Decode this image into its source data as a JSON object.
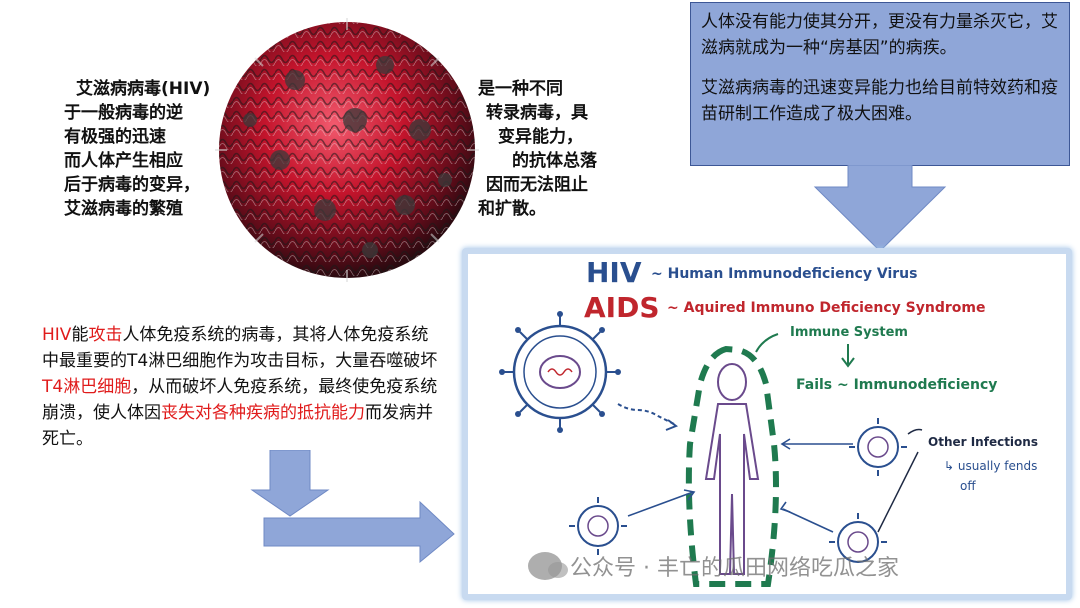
{
  "virus_caption": {
    "left_lines": [
      "艾滋病病毒(HIV)",
      "于一般病毒的逆",
      "有极强的迅速",
      "而人体产生相应",
      "后于病毒的变异，",
      "艾滋病毒的繁殖"
    ],
    "right_lines": [
      "是一种不同",
      "转录病毒，具",
      "变异能力，",
      "的抗体总落",
      "因而无法阻止",
      "和扩散。"
    ]
  },
  "callout": {
    "paragraph1": "人体没有能力使其分开，更没有力量杀灭它，艾滋病就成为一种“房基因”的病疾。",
    "paragraph2": "艾滋病病毒的迅速变异能力也给目前特效药和疫苗研制工作造成了极大困难。"
  },
  "hiv_paragraph": {
    "t1": "HIV",
    "t2": "能",
    "t3": "攻击",
    "t4": "人体免疫系统的病毒，其将人体免疫系统中最重要的T4淋巴细胞作为攻击目标，大量吞噬破坏",
    "t5": "T4淋巴细胞",
    "t6": "，从而破坏人免疫系统，最终使免疫系统崩溃，使人体因",
    "t7": "丧失对各种疾病的抵抗能力",
    "t8": "而发病并死亡。"
  },
  "illustration": {
    "hiv_title": "HIV",
    "hiv_expansion": "~ Human Immunodeficiency Virus",
    "aids_title": "AIDS",
    "aids_expansion": "~ Aquired Immuno Deficiency Syndrome",
    "immune_system": "Immune System",
    "fails": "Fails ~ Immunodeficiency",
    "other_infections": "Other Infections",
    "usually_fends": "↳ usually fends",
    "off": "off"
  },
  "watermark": {
    "text": "公众号 · 丰亡的瓜田网络吃瓜之家"
  },
  "colors": {
    "callout_bg": "#8fa6d8",
    "arrow_fill": "#8fa6d8",
    "highlight_red": "#e01b1b",
    "hiv_blue": "#2a4f8f",
    "aids_red": "#c0262d",
    "immune_green": "#1f7a4f"
  }
}
